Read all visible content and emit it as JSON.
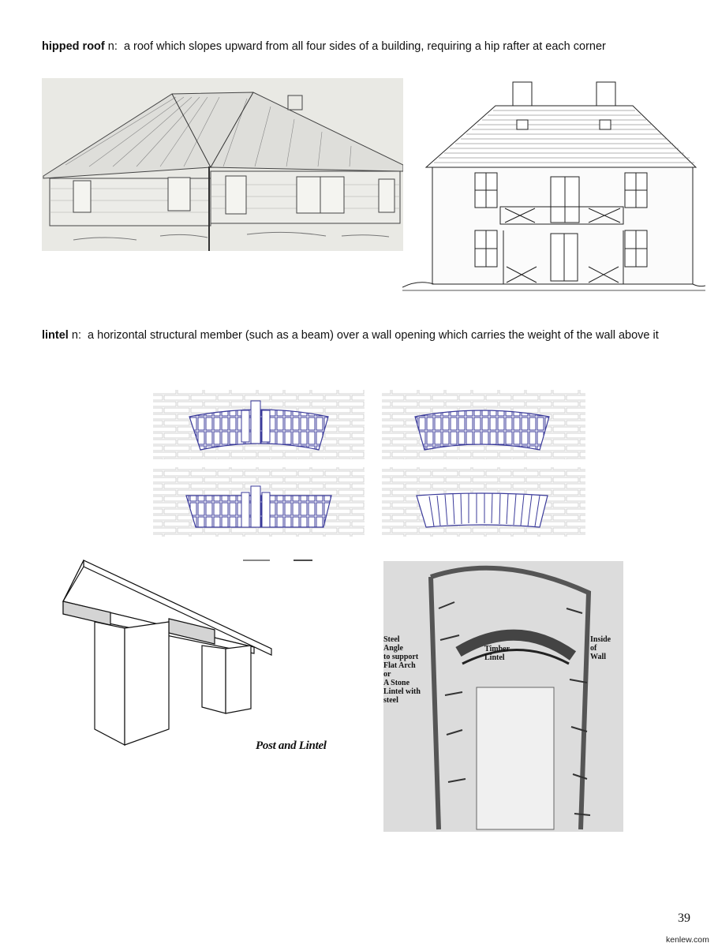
{
  "definitions": {
    "hipped_roof": {
      "term": "hipped roof",
      "pos": "n:",
      "text": "a roof which slopes upward from all four sides of a building, requiring a hip rafter at each corner"
    },
    "lintel": {
      "term": "lintel",
      "pos": "n:",
      "text": "a horizontal structural member (such as a beam) over a wall opening which carries the weight of the wall above it"
    }
  },
  "figures": {
    "post_and_lintel_caption": "Post and Lintel",
    "sketch_labels": {
      "left_label_line1": "Steel",
      "left_label_line2": "Angle",
      "left_label_line3": "to support",
      "left_label_line4": "Flat Arch",
      "left_label_line5": "or",
      "left_label_line6": "A Stone",
      "left_label_line7": "Lintel with",
      "left_label_line8": "steel",
      "top_label_line1": "Timber",
      "top_label_line2": "Lintel",
      "right_label_line1": "Inside",
      "right_label_line2": "of",
      "right_label_line3": "Wall"
    }
  },
  "footer": {
    "page_number": "39",
    "site": "kenlew.com"
  },
  "colors": {
    "arch_brick": "#3a3a9a",
    "wall_brick": "#c8c8c8",
    "sketch_bg": "#dcdcdc"
  }
}
